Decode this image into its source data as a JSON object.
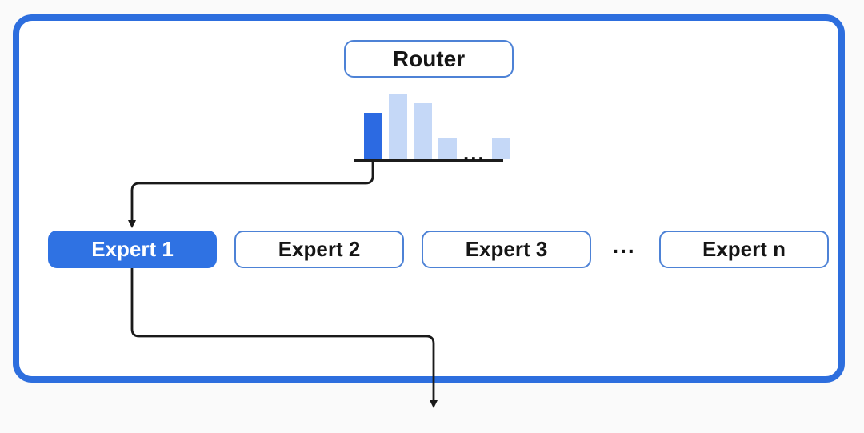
{
  "diagram": {
    "router": {
      "label": "Router"
    },
    "router_distribution": {
      "description": "router probability bars over experts",
      "items": [
        {
          "type": "bar",
          "height": 58,
          "selected": true
        },
        {
          "type": "bar",
          "height": 81,
          "selected": false
        },
        {
          "type": "bar",
          "height": 70,
          "selected": false
        },
        {
          "type": "bar",
          "height": 27,
          "selected": false
        },
        {
          "type": "ellipsis",
          "label": "..."
        },
        {
          "type": "bar",
          "height": 27,
          "selected": false
        }
      ]
    },
    "experts": {
      "items": [
        {
          "label": "Expert 1",
          "selected": true
        },
        {
          "label": "Expert 2",
          "selected": false
        },
        {
          "label": "Expert 3",
          "selected": false
        },
        {
          "label": "Expert n",
          "selected": false
        }
      ],
      "ellipsis": "..."
    },
    "colors": {
      "accent_blue": "#2d6ede",
      "selected_fill": "#2f72e3",
      "bar_selected": "#2c6ae2",
      "bar_unselected": "#c5d8f7",
      "box_border": "#4d82d6",
      "arrow": "#1a1a1a"
    }
  }
}
